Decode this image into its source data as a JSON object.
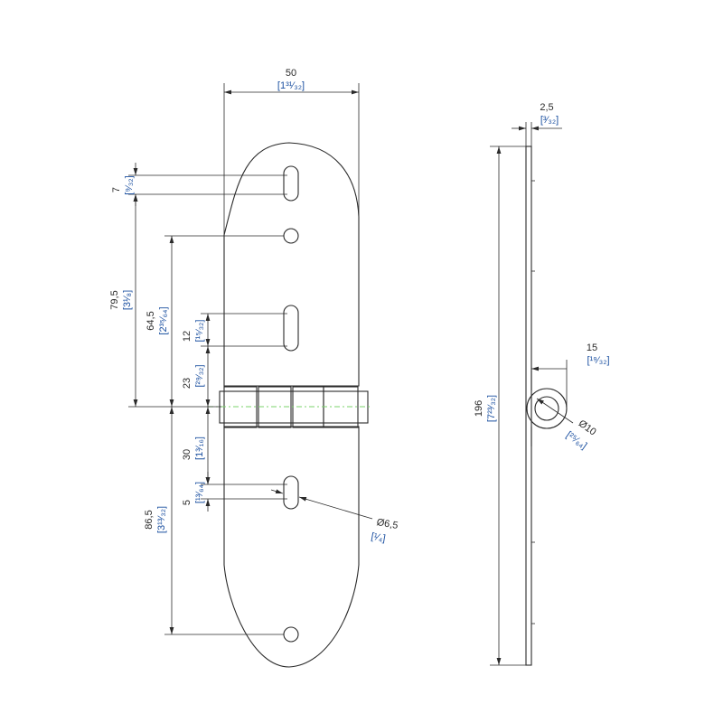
{
  "colors": {
    "line": "#2a2a2a",
    "imperial_text": "#1a4fa0",
    "centerline": "#7bd36b",
    "background": "#ffffff"
  },
  "dimensions": {
    "width": {
      "metric": "50",
      "imperial": "[1³¹⁄₃₂]"
    },
    "slot_top": {
      "metric": "7",
      "imperial": "[⁹⁄₃₂]"
    },
    "dist_79_5": {
      "metric": "79,5",
      "imperial": "[3¹⁄₈]"
    },
    "dist_64_5": {
      "metric": "64,5",
      "imperial": "[2³⁵⁄₆₄]"
    },
    "slot_mid": {
      "metric": "12",
      "imperial": "[¹⁵⁄₃₂]"
    },
    "dist_23": {
      "metric": "23",
      "imperial": "[²⁹⁄₃₂]"
    },
    "dist_30": {
      "metric": "30",
      "imperial": "[1³⁄₁₆]"
    },
    "slot_low": {
      "metric": "5",
      "imperial": "[¹³⁄₆₄]"
    },
    "dist_86_5": {
      "metric": "86,5",
      "imperial": "[3¹³⁄₃₂]"
    },
    "hole_dia": {
      "metric": "Ø6,5",
      "imperial": "[¹⁄₄]"
    },
    "thickness": {
      "metric": "2,5",
      "imperial": "[³⁄₃₂]"
    },
    "length": {
      "metric": "196",
      "imperial": "[7²³⁄₃₂]"
    },
    "knuckle_offset": {
      "metric": "15",
      "imperial": "[¹⁹⁄₃₂]"
    },
    "knuckle_dia": {
      "metric": "Ø10",
      "imperial": "[²⁵⁄₆₄]"
    }
  }
}
